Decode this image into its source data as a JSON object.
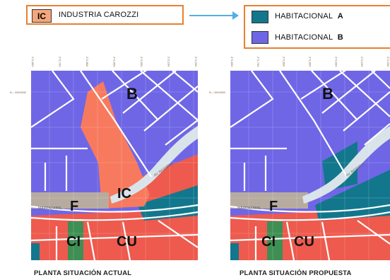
{
  "legend": {
    "industrial": {
      "code": "IC",
      "label": "INDUSTRIA CAROZZI",
      "color": "#f4a77d"
    },
    "hab_a": {
      "label": "HABITACIONAL",
      "letter": "A",
      "color": "#12778c"
    },
    "hab_b": {
      "label": "HABITACIONAL",
      "letter": "B",
      "color": "#6f66e6"
    }
  },
  "colors": {
    "habitacional_b": "#6f66e6",
    "habitacional_a": "#12778c",
    "industrial": "#f77a5e",
    "commercial": "#ee5a4e",
    "road": "#ffffff",
    "river": "#d9e4ea",
    "f_zone": "#b7aba0",
    "ci_zone": "#3f8f54"
  },
  "maps": {
    "actual": {
      "caption": "PLANTA SITUACIÓN ACTUAL",
      "zones": {
        "b": "B",
        "ic": "IC",
        "f": "F",
        "ci": "CI",
        "cu": "CU"
      },
      "streets": {
        "rossell": "AV. ROSSELL",
        "marr": "MARRAZABAL"
      }
    },
    "propuesta": {
      "caption": "PLANTA SITUACIÓN PROPUESTA",
      "zones": {
        "b": "B",
        "f": "F",
        "ci": "CI",
        "cu": "CU"
      },
      "streets": {
        "rossell": "AV. ROSSELL",
        "marr": "MARRAZABAL"
      }
    }
  },
  "coords": {
    "top": [
      "271,600",
      "271,700",
      "271,800",
      "271,900",
      "272,000",
      "272,100",
      "272,200"
    ],
    "side": "N – 6341500"
  }
}
